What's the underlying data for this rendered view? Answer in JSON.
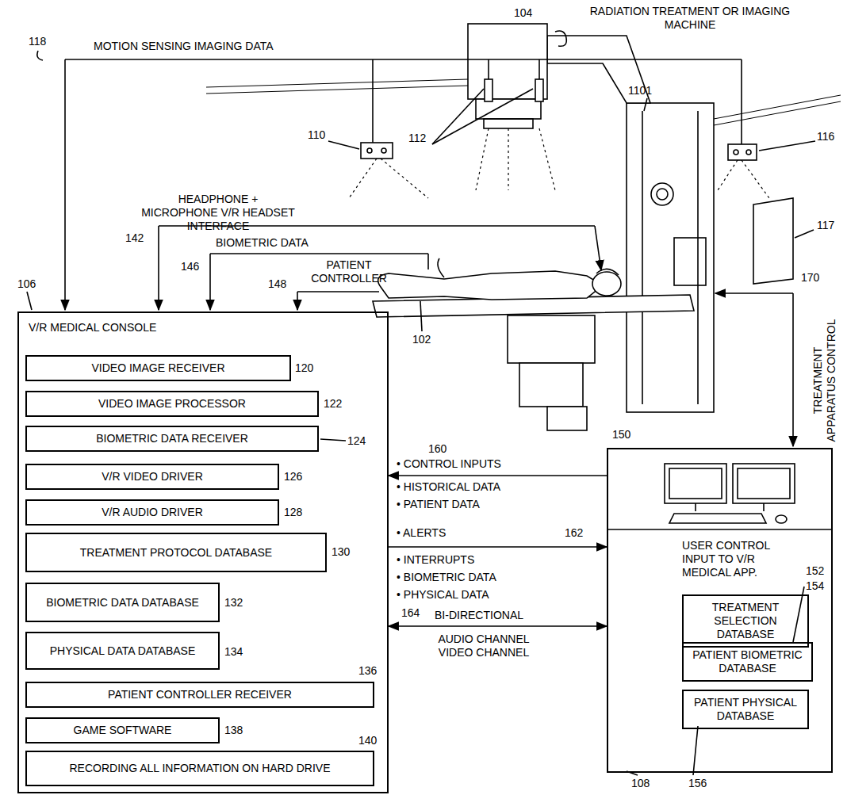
{
  "diagram": {
    "nodes": [
      {
        "text": [
          "V/R MEDICAL CONSOLE"
        ]
      },
      {
        "text": [
          "VIDEO IMAGE RECEIVER"
        ],
        "in": 0
      },
      {
        "text": [
          "VIDEO IMAGE PROCESSOR"
        ],
        "in": 0
      },
      {
        "text": [
          "BIOMETRIC DATA RECEIVER"
        ],
        "in": 0
      },
      {
        "text": [
          "V/R VIDEO DRIVER"
        ],
        "in": 0
      },
      {
        "text": [
          "V/R AUDIO DRIVER"
        ],
        "in": 0
      },
      {
        "text": [
          "TREATMENT PROTOCOL DATABASE"
        ],
        "in": 0
      },
      {
        "text": [
          "BIOMETRIC DATA DATABASE"
        ],
        "in": 0
      },
      {
        "text": [
          "PHYSICAL DATA DATABASE"
        ],
        "in": 0
      },
      {
        "text": [
          "PATIENT CONTROLLER RECEIVER"
        ],
        "in": 0
      },
      {
        "text": [
          "GAME SOFTWARE"
        ],
        "in": 0
      },
      {
        "text": [
          "RECORDING ALL INFORMATION ON HARD DRIVE"
        ],
        "in": 0
      },
      {
        "text": [
          "USER CONTROL INPUT TO V/R MEDICAL APP."
        ]
      },
      {
        "text": [
          "TREATMENT SELECTION DATABASE"
        ],
        "in": 12
      },
      {
        "text": [
          "PATIENT BIOMETRIC DATABASE"
        ],
        "in": 12
      },
      {
        "text": [
          "PATIENT PHYSICAL DATABASE"
        ],
        "in": 12
      }
    ],
    "edges": [
      {
        "from": 12,
        "to": 0,
        "arrow": "to"
      },
      {
        "from": 0,
        "to": 12,
        "arrow": "to"
      },
      {
        "from": 0,
        "to": 12,
        "arrow": "both"
      }
    ],
    "labels": [
      "118",
      "MOTION SENSING IMAGING DATA",
      "104",
      "RADIATION TREATMENT OR IMAGING MACHINE",
      "1101",
      "110",
      "112",
      "116",
      "117",
      "HEADPHONE + MICROPHONE V/R HEADSET INTERFACE",
      "142",
      "BIOMETRIC DATA",
      "146",
      "PATIENT CONTROLLER",
      "148",
      "106",
      "102",
      "170",
      "TREATMENT APPARATUS CONTROL",
      "150",
      "120",
      "122",
      "124",
      "126",
      "128",
      "130",
      "132",
      "134",
      "136",
      "138",
      "140",
      "160",
      "• CONTROL INPUTS",
      "• HISTORICAL DATA",
      "• PATIENT DATA",
      "• ALERTS",
      "162",
      "• INTERRUPTS",
      "• BIOMETRIC DATA",
      "• PHYSICAL DATA",
      "164",
      "BI-DIRECTIONAL",
      "AUDIO CHANNEL VIDEO CHANNEL",
      "152",
      "154",
      "108",
      "156"
    ]
  }
}
